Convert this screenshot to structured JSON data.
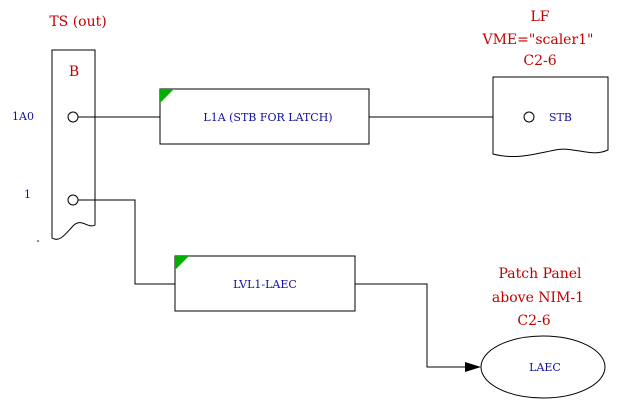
{
  "ts": {
    "title": "TS (out)",
    "module_label": "B",
    "ports": [
      {
        "label": "1A0"
      },
      {
        "label": "1"
      }
    ]
  },
  "lf": {
    "title": "LF",
    "vme": "VME=\"scaler1\"",
    "crate": "C2-6",
    "input_label": "STB"
  },
  "signals": [
    {
      "label": "L1A  (STB FOR LATCH)"
    },
    {
      "label": "LVL1-LAEC"
    }
  ],
  "patch_panel": {
    "line1": "Patch Panel",
    "line2": "above NIM-1",
    "crate": "C2-6",
    "node_label": "LAEC"
  },
  "colors": {
    "title_red": "#c00000",
    "label_blue": "#1010a0",
    "corner_green": "#00b000"
  }
}
